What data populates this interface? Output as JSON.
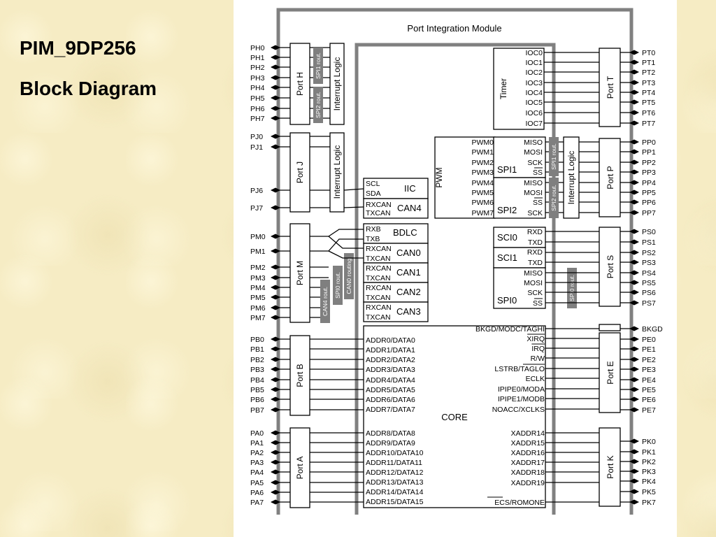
{
  "slide": {
    "title_line1": "PIM_9DP256",
    "title_line2": "Block Diagram"
  },
  "diagram": {
    "module_title": "Port Integration Module",
    "core_label": "CORE",
    "colors": {
      "frame": "#808080",
      "badge": "#7f7f7f",
      "line": "#000000",
      "panel": "#ffffff"
    },
    "left_ports": [
      {
        "port": "Port H",
        "pins": [
          "PH0",
          "PH1",
          "PH2",
          "PH3",
          "PH4",
          "PH5",
          "PH6",
          "PH7"
        ]
      },
      {
        "port": "Port J",
        "pins": [
          "PJ0",
          "PJ1",
          "PJ6",
          "PJ7"
        ]
      },
      {
        "port": "Port M",
        "pins": [
          "PM0",
          "PM1",
          "PM2",
          "PM3",
          "PM4",
          "PM5",
          "PM6",
          "PM7"
        ]
      },
      {
        "port": "Port B",
        "pins": [
          "PB0",
          "PB1",
          "PB2",
          "PB3",
          "PB4",
          "PB5",
          "PB6",
          "PB7"
        ]
      },
      {
        "port": "Port A",
        "pins": [
          "PA0",
          "PA1",
          "PA2",
          "PA3",
          "PA4",
          "PA5",
          "PA6",
          "PA7"
        ]
      }
    ],
    "right_ports": [
      {
        "port": "Port T",
        "pins": [
          "PT0",
          "PT1",
          "PT2",
          "PT3",
          "PT4",
          "PT5",
          "PT6",
          "PT7"
        ]
      },
      {
        "port": "Port P",
        "pins": [
          "PP0",
          "PP1",
          "PP2",
          "PP3",
          "PP4",
          "PP5",
          "PP6",
          "PP7"
        ]
      },
      {
        "port": "Port S",
        "pins": [
          "PS0",
          "PS1",
          "PS2",
          "PS3",
          "PS4",
          "PS5",
          "PS6",
          "PS7"
        ]
      },
      {
        "port": "Port E",
        "pins": [
          "BKGD",
          "PE0",
          "PE1",
          "PE2",
          "PE3",
          "PE4",
          "PE5",
          "PE6",
          "PE7"
        ]
      },
      {
        "port": "Port K",
        "pins": [
          "PK0",
          "PK1",
          "PK2",
          "PK3",
          "PK4",
          "PK5",
          "PK7"
        ]
      }
    ],
    "interrupt_logic_label": "Interrupt Logic",
    "routing_badges": {
      "port_h": [
        "SPI1 rout.",
        "SPI2 rout."
      ],
      "port_m": [
        "CAN4 rout.",
        "CAN0 rout.",
        "SPI0 rout.",
        "CAN0 routing"
      ],
      "port_p": [
        "SPI2 rout.",
        "SPI1 rout."
      ],
      "port_s": [
        "SPI0 rout."
      ]
    },
    "timer": {
      "label": "Timer",
      "signals": [
        "IOC0",
        "IOC1",
        "IOC2",
        "IOC3",
        "IOC4",
        "IOC5",
        "IOC6",
        "IOC7"
      ]
    },
    "pwm": {
      "label": "PWM",
      "signals": [
        "PWM0",
        "PWM1",
        "PWM2",
        "PWM3",
        "PWM4",
        "PWM5",
        "PWM6",
        "PWM7"
      ]
    },
    "spi1": {
      "label": "SPI1",
      "signals": [
        "MISO",
        "MOSI",
        "SCK",
        "SS"
      ]
    },
    "spi2": {
      "label": "SPI2",
      "signals": [
        "MISO",
        "MOSI",
        "SS",
        "SCK"
      ]
    },
    "sci0": {
      "label": "SCI0",
      "signals": [
        "RXD",
        "TXD"
      ]
    },
    "sci1": {
      "label": "SCI1",
      "signals": [
        "RXD",
        "TXD"
      ]
    },
    "spi0": {
      "label": "SPI0",
      "signals": [
        "MISO",
        "MOSI",
        "SCK",
        "SS"
      ]
    },
    "iic": {
      "label": "IIC",
      "signals": [
        "SCL",
        "SDA"
      ]
    },
    "can4": {
      "label": "CAN4",
      "signals": [
        "RXCAN",
        "TXCAN"
      ]
    },
    "bdlc": {
      "label": "BDLC",
      "signals": [
        "RXB",
        "TXB"
      ]
    },
    "can0": {
      "label": "CAN0",
      "signals": [
        "RXCAN",
        "TXCAN"
      ]
    },
    "can1": {
      "label": "CAN1",
      "signals": [
        "RXCAN",
        "TXCAN"
      ]
    },
    "can2": {
      "label": "CAN2",
      "signals": [
        "RXCAN",
        "TXCAN"
      ]
    },
    "can3": {
      "label": "CAN3",
      "signals": [
        "RXCAN",
        "TXCAN"
      ]
    },
    "core_left_signals": [
      "ADDR0/DATA0",
      "ADDR1/DATA1",
      "ADDR2/DATA2",
      "ADDR3/DATA3",
      "ADDR4/DATA4",
      "ADDR5/DATA5",
      "ADDR6/DATA6",
      "ADDR7/DATA7",
      "ADDR8/DATA8",
      "ADDR9/DATA9",
      "ADDR10/DATA10",
      "ADDR11/DATA11",
      "ADDR12/DATA12",
      "ADDR13/DATA13",
      "ADDR14/DATA14",
      "ADDR15/DATA15"
    ],
    "core_right_signals_e": [
      "BKGD/MODC/TAGHI",
      "XIRQ",
      "IRQ",
      "R/W",
      "LSTRB/TAGLO",
      "ECLK",
      "IPIPE0/MODA",
      "IPIPE1/MODB",
      "NOACC/XCLKS"
    ],
    "core_right_signals_k": [
      "XADDR14",
      "XADDR15",
      "XADDR16",
      "XADDR17",
      "XADDR18",
      "XADDR19",
      "ECS/ROMONE"
    ]
  }
}
